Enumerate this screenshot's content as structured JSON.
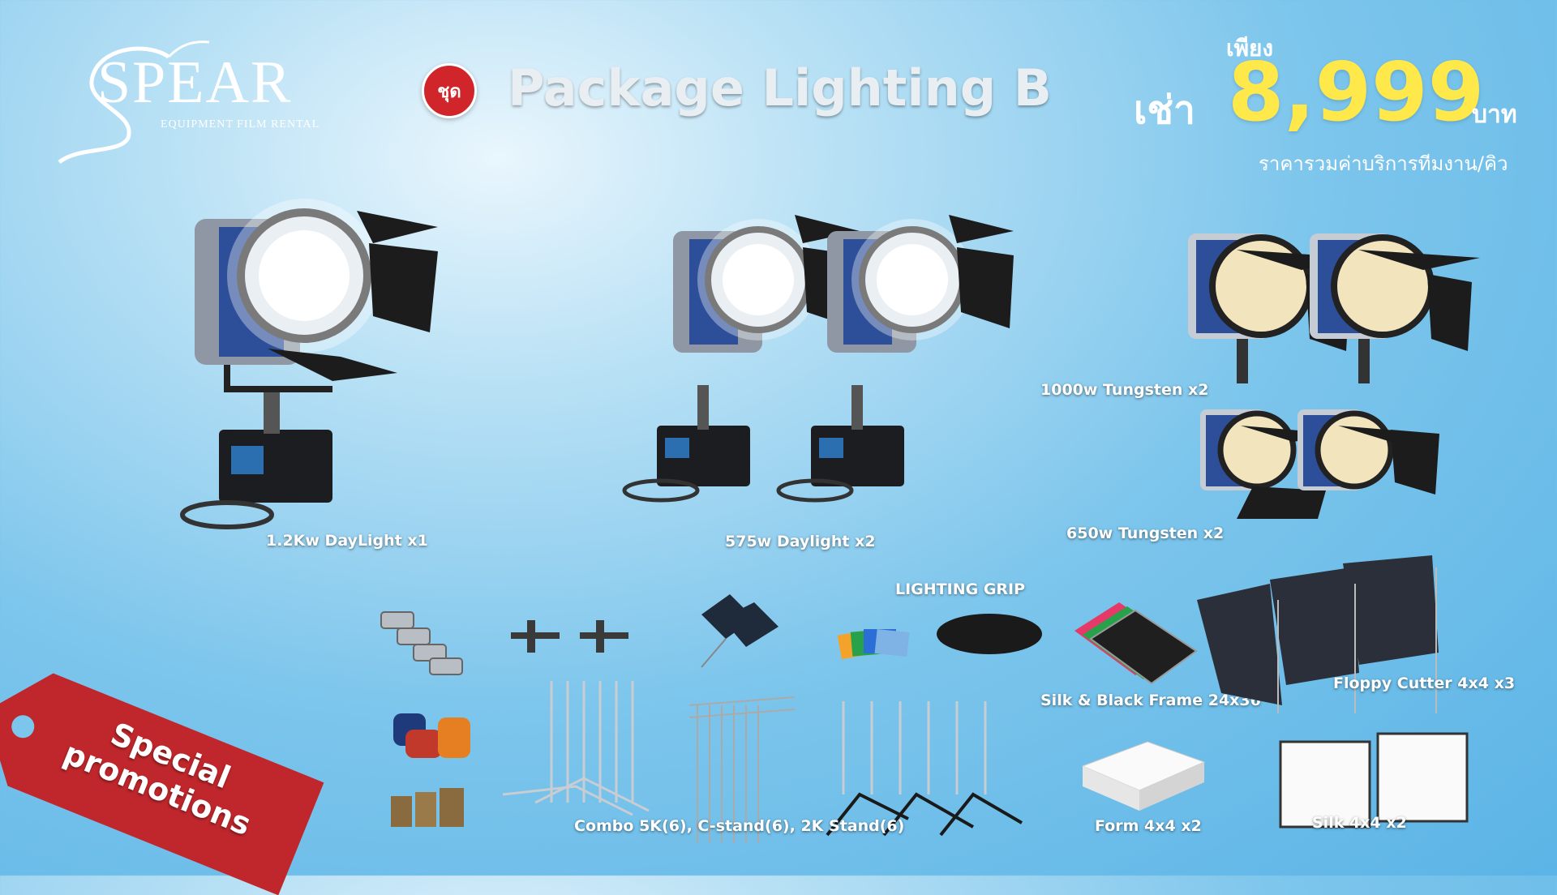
{
  "brand": {
    "name": "SPEAR",
    "tagline": "EQUIPMENT FILM RENTAL"
  },
  "header": {
    "badge": "ชุด",
    "title": "Package Lighting B"
  },
  "price": {
    "prefix": "เพียง",
    "rent": "เช่า",
    "amount": "8,999",
    "unit": "บาท",
    "note": "ราคารวมค่าบริการทีมงาน/คิว"
  },
  "items": {
    "light_1": "1.2Kw DayLight x1",
    "light_2": "575w Daylight x2",
    "light_3": "1000w Tungsten x2",
    "light_4": "650w Tungsten x2",
    "grip_heading": "LIGHTING GRIP",
    "silk_frame": "Silk & Black Frame 24x36",
    "floppy": "Floppy Cutter 4x4  x3",
    "form": "Form 4x4  x2",
    "silk": "Silk 4x4  x2",
    "combo": "Combo 5K(6), C-stand(6), 2K Stand(6)"
  },
  "promo": {
    "line1": "Special",
    "line2": "promotions"
  },
  "colors": {
    "accent_red": "#d0262b",
    "price_yellow": "#ffe94a",
    "background": "#7cc5ec"
  }
}
